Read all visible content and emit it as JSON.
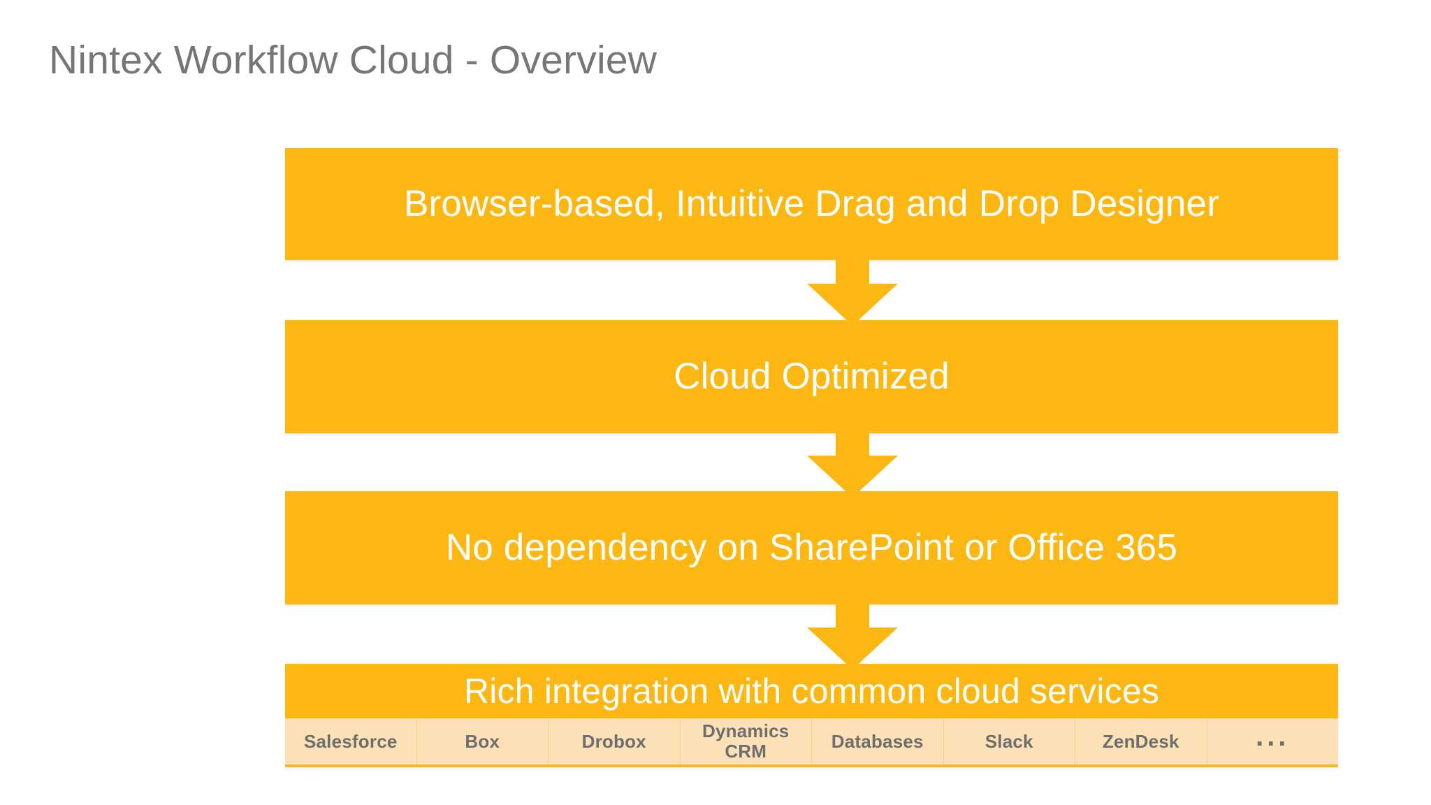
{
  "slide": {
    "title": "Nintex Workflow Cloud - Overview",
    "background_color": "#FFFFFF",
    "title_color": "#767676",
    "accent_color": "#FCB712",
    "strip_color": "#FCE1B6",
    "strip_border_color": "#F5B827",
    "bar_text_color": "#FFFFFF",
    "strip_text_color": "#6E6E6E"
  },
  "flow": {
    "bars": [
      {
        "label": "Browser-based, Intuitive Drag and Drop Designer"
      },
      {
        "label": "Cloud Optimized"
      },
      {
        "label": "No dependency on SharePoint or Office 365"
      },
      {
        "label": "Rich integration with common cloud services"
      }
    ],
    "arrows": [
      {
        "direction": "down"
      },
      {
        "direction": "down"
      },
      {
        "direction": "down"
      }
    ]
  },
  "integrations": {
    "items": [
      {
        "label": "Salesforce"
      },
      {
        "label": "Box"
      },
      {
        "label": "Drobox"
      },
      {
        "label": "Dynamics\nCRM"
      },
      {
        "label": "Databases"
      },
      {
        "label": "Slack"
      },
      {
        "label": "ZenDesk"
      },
      {
        "label": "..."
      }
    ]
  }
}
